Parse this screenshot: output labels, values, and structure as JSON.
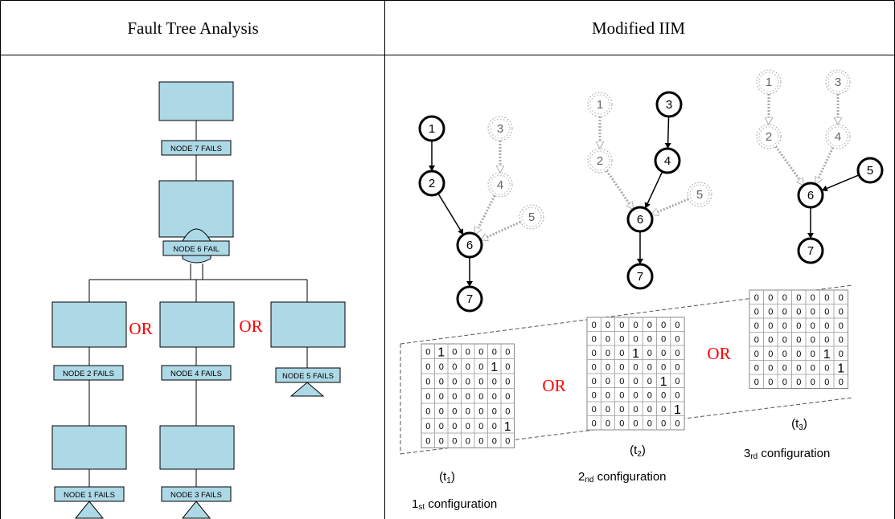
{
  "table": {
    "headers": [
      "Fault Tree Analysis",
      "Modified IIM"
    ]
  },
  "fault_tree": {
    "nodes": [
      {
        "id": "n7",
        "label": "NODE 7 FAILS"
      },
      {
        "id": "n6",
        "label": "NODE 6 FAIL"
      },
      {
        "id": "n2",
        "label": "NODE 2 FAILS"
      },
      {
        "id": "n4",
        "label": "NODE 4 FAILS"
      },
      {
        "id": "n5",
        "label": "NODE 5 FAILS"
      },
      {
        "id": "n1",
        "label": "NODE 1 FAILS"
      },
      {
        "id": "n3",
        "label": "NODE 3 FAILS"
      }
    ],
    "or_labels": [
      "OR",
      "OR"
    ]
  },
  "iim": {
    "graphs": [
      {
        "name": "1st configuration",
        "nodes": [
          {
            "id": "1",
            "active": true
          },
          {
            "id": "2",
            "active": true
          },
          {
            "id": "3",
            "active": false
          },
          {
            "id": "4",
            "active": false
          },
          {
            "id": "5",
            "active": false
          },
          {
            "id": "6",
            "active": true
          },
          {
            "id": "7",
            "active": true
          }
        ]
      },
      {
        "name": "2nd configuration",
        "nodes": [
          {
            "id": "1",
            "active": false
          },
          {
            "id": "2",
            "active": false
          },
          {
            "id": "3",
            "active": true
          },
          {
            "id": "4",
            "active": true
          },
          {
            "id": "5",
            "active": false
          },
          {
            "id": "6",
            "active": true
          },
          {
            "id": "7",
            "active": true
          }
        ]
      },
      {
        "name": "3rd configuration",
        "nodes": [
          {
            "id": "1",
            "active": false
          },
          {
            "id": "2",
            "active": false
          },
          {
            "id": "3",
            "active": false
          },
          {
            "id": "4",
            "active": false
          },
          {
            "id": "5",
            "active": true
          },
          {
            "id": "6",
            "active": true
          },
          {
            "id": "7",
            "active": true
          }
        ]
      }
    ],
    "matrices": [
      {
        "time": "t",
        "time_sub": "1",
        "rows": [
          [
            0,
            1,
            0,
            0,
            0,
            0,
            0
          ],
          [
            0,
            0,
            0,
            0,
            0,
            1,
            0
          ],
          [
            0,
            0,
            0,
            0,
            0,
            0,
            0
          ],
          [
            0,
            0,
            0,
            0,
            0,
            0,
            0
          ],
          [
            0,
            0,
            0,
            0,
            0,
            0,
            0
          ],
          [
            0,
            0,
            0,
            0,
            0,
            0,
            1
          ],
          [
            0,
            0,
            0,
            0,
            0,
            0,
            0
          ]
        ]
      },
      {
        "time": "t",
        "time_sub": "2",
        "rows": [
          [
            0,
            0,
            0,
            0,
            0,
            0,
            0
          ],
          [
            0,
            0,
            0,
            0,
            0,
            0,
            0
          ],
          [
            0,
            0,
            0,
            1,
            0,
            0,
            0
          ],
          [
            0,
            0,
            0,
            0,
            0,
            0,
            0
          ],
          [
            0,
            0,
            0,
            0,
            0,
            1,
            0
          ],
          [
            0,
            0,
            0,
            0,
            0,
            0,
            0
          ],
          [
            0,
            0,
            0,
            0,
            0,
            0,
            1
          ],
          [
            0,
            0,
            0,
            0,
            0,
            0,
            0
          ]
        ]
      },
      {
        "time": "t",
        "time_sub": "3",
        "rows": [
          [
            0,
            0,
            0,
            0,
            0,
            0,
            0
          ],
          [
            0,
            0,
            0,
            0,
            0,
            0,
            0
          ],
          [
            0,
            0,
            0,
            0,
            0,
            0,
            0
          ],
          [
            0,
            0,
            0,
            0,
            0,
            0,
            0
          ],
          [
            0,
            0,
            0,
            0,
            0,
            1,
            0
          ],
          [
            0,
            0,
            0,
            0,
            0,
            0,
            1
          ],
          [
            0,
            0,
            0,
            0,
            0,
            0,
            0
          ]
        ]
      }
    ],
    "or_labels": [
      "OR",
      "OR"
    ],
    "captions": [
      {
        "pre": "1",
        "sub": "st",
        "post": " configuration"
      },
      {
        "pre": "2",
        "sub": "nd",
        "post": " configuration"
      },
      {
        "pre": "3",
        "sub": "rd",
        "post": " configuration"
      }
    ]
  }
}
